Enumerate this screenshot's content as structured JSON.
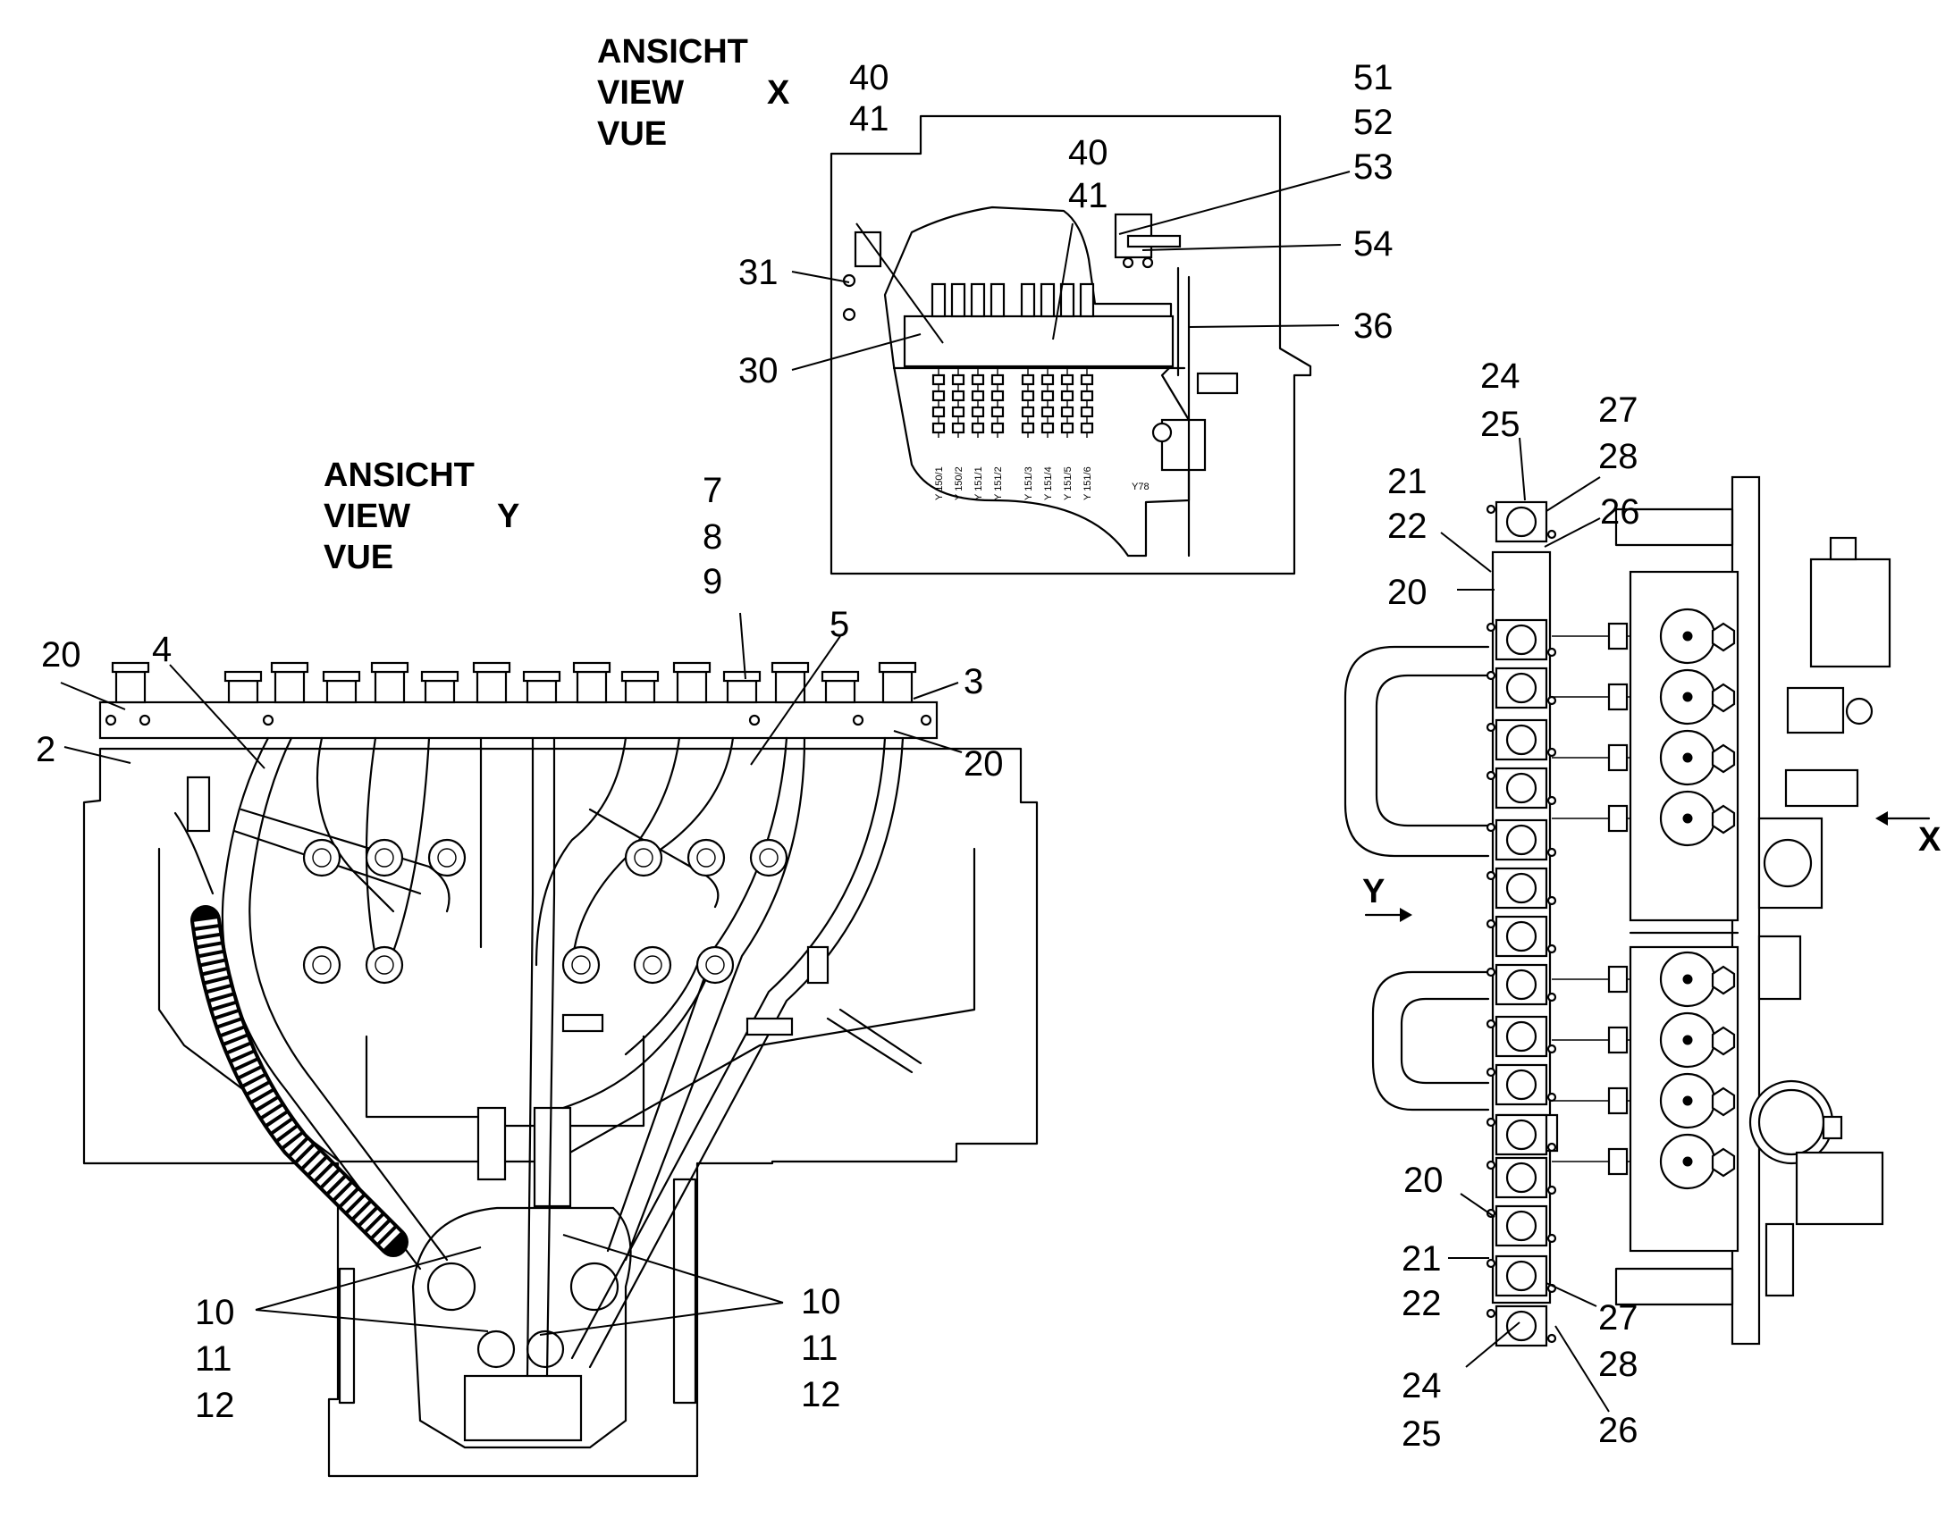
{
  "view_x": {
    "header": [
      "ANSICHT",
      "VIEW",
      "VUE"
    ],
    "letter": "X",
    "callouts": [
      "40",
      "41",
      "40",
      "41",
      "51",
      "52",
      "53",
      "54",
      "31",
      "30",
      "36"
    ],
    "solenoid_labels": [
      "Y 150/1",
      "Y 150/2",
      "Y 151/1",
      "Y 151/2",
      "Y 151/3",
      "Y 151/4",
      "Y 151/5",
      "Y 151/6"
    ],
    "tag": "Y78"
  },
  "view_y": {
    "header": [
      "ANSICHT",
      "VIEW",
      "VUE"
    ],
    "letter": "Y",
    "callouts": [
      "7",
      "8",
      "9",
      "20",
      "4",
      "5",
      "3",
      "2",
      "20",
      "10",
      "11",
      "12",
      "10",
      "11",
      "12"
    ]
  },
  "side_view": {
    "callouts": [
      "24",
      "25",
      "27",
      "28",
      "21",
      "22",
      "26",
      "20",
      "20",
      "21",
      "22",
      "27",
      "28",
      "24",
      "25",
      "26"
    ],
    "arrow_x": "X",
    "arrow_y": "Y"
  }
}
